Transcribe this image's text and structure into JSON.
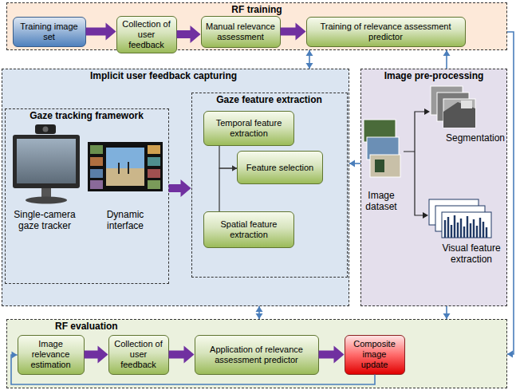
{
  "diagram": {
    "nodes": [
      {
        "text": [
          "RF training"
        ]
      },
      {
        "text": [
          "Training image set"
        ],
        "in": 0
      },
      {
        "text": [
          "Collection of user feedback"
        ],
        "in": 0
      },
      {
        "text": [
          "Manual relevance assessment"
        ],
        "in": 0
      },
      {
        "text": [
          "Training of relevance assessment predictor"
        ],
        "in": 0
      },
      {
        "text": [
          "Implicit user feedback capturing"
        ]
      },
      {
        "text": [
          "Gaze tracking framework"
        ],
        "in": 5
      },
      {
        "text": [
          "Gaze feature extraction"
        ],
        "in": 5
      },
      {
        "text": [
          "Temporal feature extraction"
        ],
        "in": 7
      },
      {
        "text": [
          "Feature selection"
        ],
        "in": 7
      },
      {
        "text": [
          "Spatial feature extraction"
        ],
        "in": 7
      },
      {
        "text": [
          "Image pre-processing"
        ]
      },
      {
        "text": [
          "RF evaluation"
        ]
      },
      {
        "text": [
          "Image relevance estimation"
        ],
        "in": 12
      },
      {
        "text": [
          "Collection of user feedback"
        ],
        "in": 12
      },
      {
        "text": [
          "Application of relevance assessment predictor"
        ],
        "in": 12
      },
      {
        "text": [
          "Composite image update"
        ],
        "in": 12
      }
    ],
    "edges": [
      {
        "from": 1,
        "to": 2,
        "arrow": "to"
      },
      {
        "from": 2,
        "to": 3,
        "arrow": "to"
      },
      {
        "from": 3,
        "to": 4,
        "arrow": "to"
      },
      {
        "from": 0,
        "to": 5,
        "arrow": "both"
      },
      {
        "from": 11,
        "to": 0,
        "arrow": "to"
      },
      {
        "from": 0,
        "to": 12,
        "arrow": "to"
      },
      {
        "from": 6,
        "to": 7,
        "arrow": "to"
      },
      {
        "from": 8,
        "to": 9,
        "arrow": "to"
      },
      {
        "from": 10,
        "to": 9,
        "arrow": "to"
      },
      {
        "from": 11,
        "to": 5,
        "arrow": "to"
      },
      {
        "from": 5,
        "to": 12,
        "arrow": "both"
      },
      {
        "from": 11,
        "to": 12,
        "arrow": "to"
      },
      {
        "from": 13,
        "to": 14,
        "arrow": "to"
      },
      {
        "from": 14,
        "to": 15,
        "arrow": "to"
      },
      {
        "from": 15,
        "to": 16,
        "arrow": "to"
      },
      {
        "from": 16,
        "to": 13,
        "arrow": "to"
      }
    ],
    "labels": [
      "Single-camera gaze tracker",
      "Dynamic interface",
      "Image dataset",
      "Segmentation",
      "Visual feature extraction"
    ]
  }
}
